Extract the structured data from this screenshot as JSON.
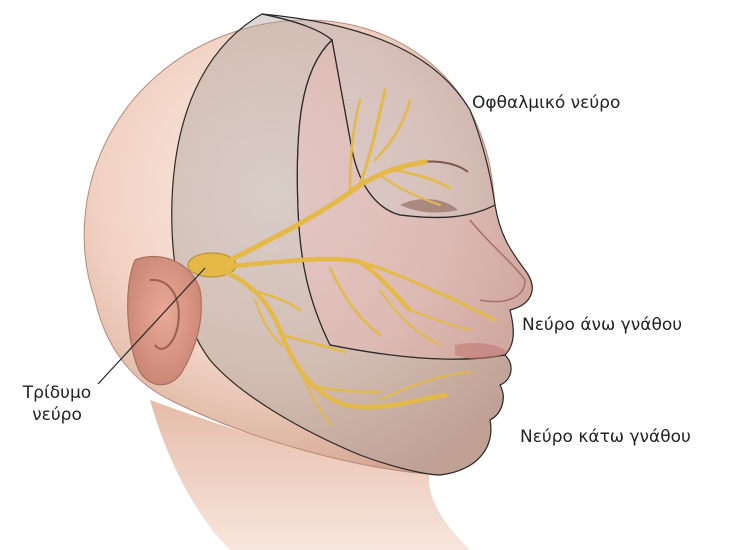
{
  "labels": {
    "ophthalmic": "Οφθαλμικό νεύρο",
    "maxillary": "Νεύρο άνω γνάθου",
    "mandibular": "Νεύρο κάτω γνάθου",
    "trigeminal_line1": "Τρίδυμο",
    "trigeminal_line2": "νεύρο"
  },
  "colors": {
    "skin_light": "#f6e1d6",
    "skin_mid": "#e8c2b0",
    "skin_shadow": "#c99a88",
    "region_overlay": "#b9aab0",
    "nerve": "#e4b948",
    "nerve_outline": "#b98b22",
    "outline": "#2a2a2a",
    "label_text": "#222222"
  }
}
